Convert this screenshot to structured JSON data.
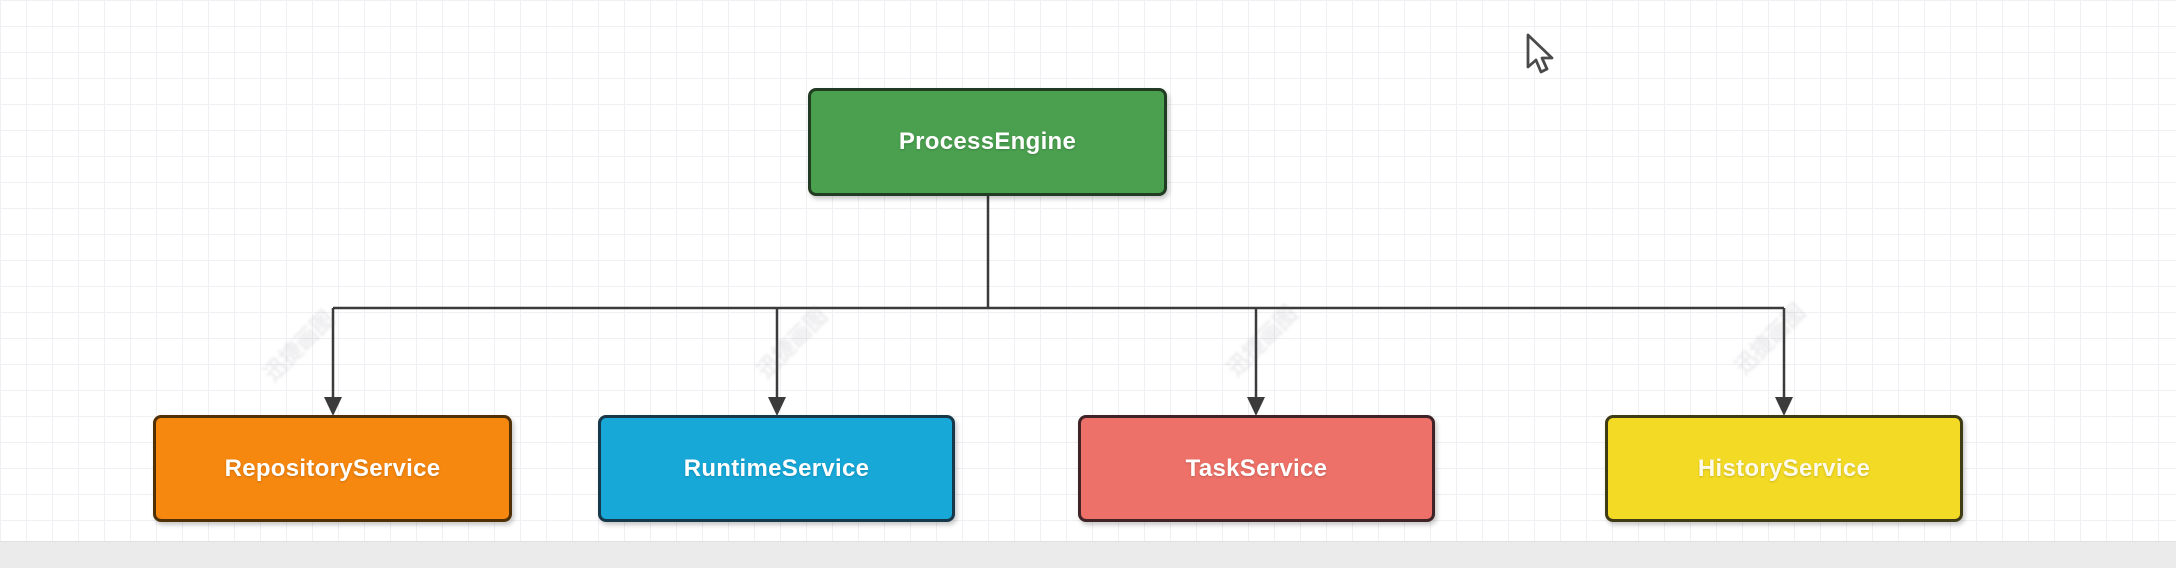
{
  "app": {
    "canvas_background": "#ffffff",
    "grid_color": "#eff0f3",
    "footer_strip_color": "#ebebeb"
  },
  "diagram": {
    "type": "tree",
    "line_color": "#3b3b3b",
    "root": {
      "label": "ProcessEngine",
      "fill": "#4aa04f",
      "border_color": "#213c22",
      "text_color": "#ffffff"
    },
    "children": [
      {
        "label": "RepositoryService",
        "fill": "#f6870f",
        "border_color": "#4f3007",
        "text_color": "#ffffff"
      },
      {
        "label": "RuntimeService",
        "fill": "#17a8d8",
        "border_color": "#17384a",
        "text_color": "#ffffff"
      },
      {
        "label": "TaskService",
        "fill": "#ed7168",
        "border_color": "#3f2326",
        "text_color": "#ffffff"
      },
      {
        "label": "HistoryService",
        "fill": "#f3da24",
        "border_color": "#3e3b15",
        "text_color": "#fdfae9"
      }
    ],
    "edges": [
      {
        "from": "ProcessEngine",
        "to": "RepositoryService"
      },
      {
        "from": "ProcessEngine",
        "to": "RuntimeService"
      },
      {
        "from": "ProcessEngine",
        "to": "TaskService"
      },
      {
        "from": "ProcessEngine",
        "to": "HistoryService"
      }
    ]
  },
  "watermark": {
    "text": "迅捷画图"
  }
}
